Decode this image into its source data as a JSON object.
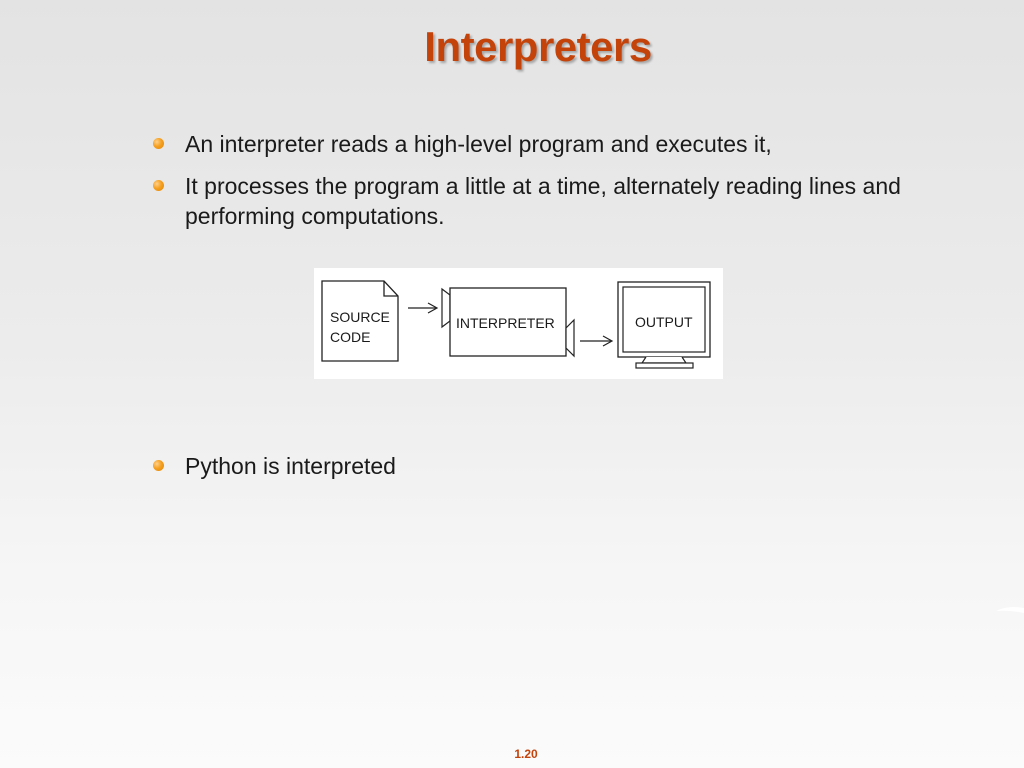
{
  "slide": {
    "title": "Interpreters",
    "bullets": [
      "An interpreter reads a high-level program and executes it,",
      "It processes the program a little at a time, alternately reading lines and performing computations.",
      "Python is interpreted"
    ],
    "page_number": "1.20"
  },
  "diagram": {
    "source_line1": "SOURCE",
    "source_line2": "CODE",
    "interpreter_label": "INTERPRETER",
    "output_label": "OUTPUT"
  },
  "colors": {
    "title": "#c3430b",
    "bullet": "#f5a020",
    "page_number": "#c3430b"
  }
}
